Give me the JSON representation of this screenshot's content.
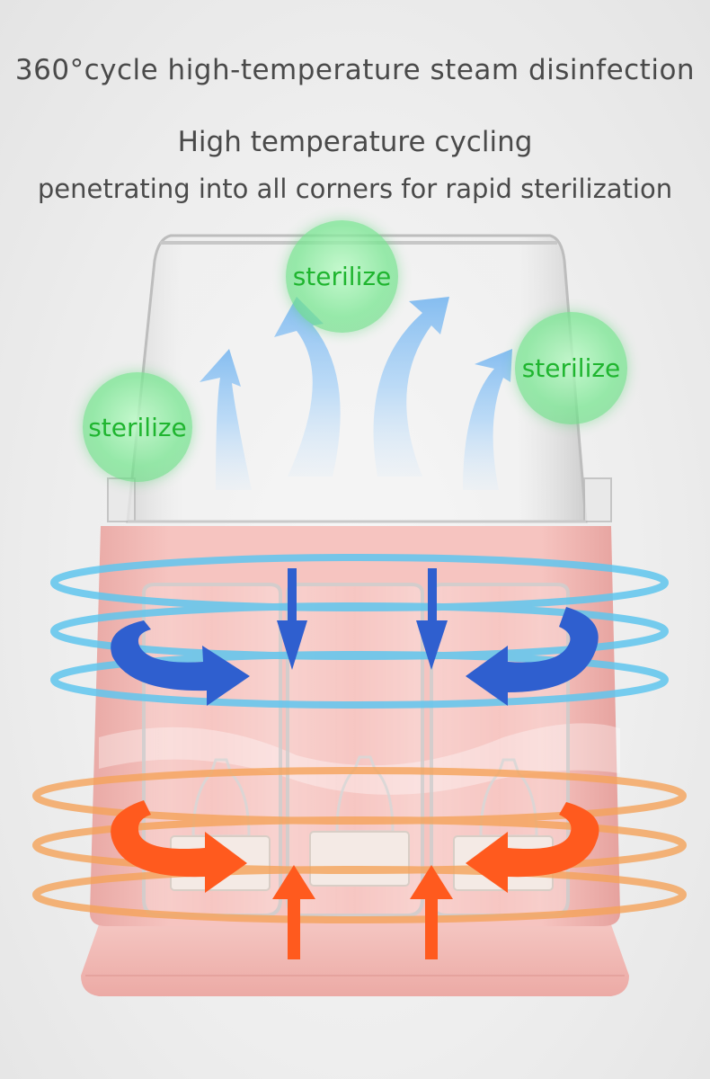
{
  "headline": {
    "title": "360°cycle high-temperature steam disinfection",
    "subtitle_line1": "High temperature cycling",
    "subtitle_line2": "penetrating into all corners for rapid sterilization"
  },
  "badges": [
    {
      "label": "sterilize"
    },
    {
      "label": "sterilize"
    },
    {
      "label": "sterilize"
    }
  ],
  "colors": {
    "background": "#ececec",
    "text": "#4a4a4a",
    "badge_green": "#1fb52f",
    "steam_arrow": "#8cc2f2",
    "cool_arrow": "#2f5fcf",
    "cool_ring": "#5fc6ee",
    "heat_arrow": "#ff5a1e",
    "heat_ring": "#f5a35a",
    "base_pink": "#f2b8b4"
  },
  "icons": [
    "steam-up-arrow-icon",
    "circulation-arrow-icon",
    "heat-ring-icon",
    "cool-ring-icon"
  ]
}
